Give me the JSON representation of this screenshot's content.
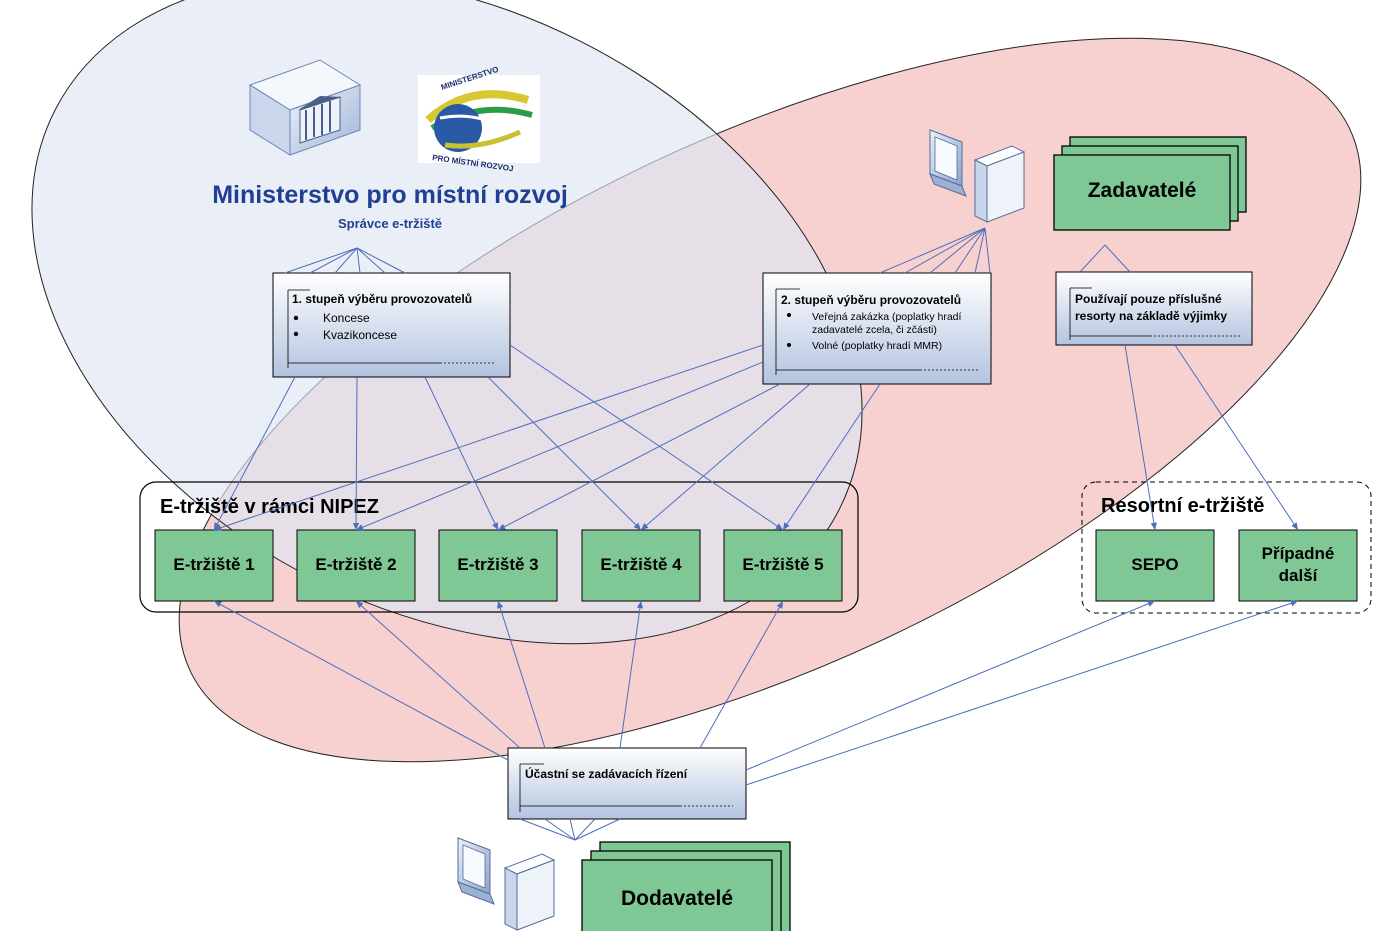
{
  "ministry": {
    "title": "Ministerstvo pro místní rozvoj",
    "subtitle": "Správce e-tržiště",
    "logo_text_top": "MINISTERSTVO",
    "logo_text_bottom": "PRO MÍSTNÍ ROZVOJ"
  },
  "stage1": {
    "title": "1. stupeň výběru provozovatelů",
    "items": [
      "Koncese",
      "Kvazikoncese"
    ]
  },
  "stage2": {
    "title": "2. stupeň výběru provozovatelů",
    "items": [
      "Veřejná zakázka (poplatky hradí",
      "zadavatelé zcela, či zčásti)",
      "Volné (poplatky hradí MMR)"
    ]
  },
  "resort_note": {
    "lines": [
      "Používají pouze příslušné",
      "resorty na základě výjimky"
    ]
  },
  "zadavatele": {
    "label": "Zadavatelé"
  },
  "nipez": {
    "label": "E-tržiště v rámci NIPEZ",
    "markets": [
      "E-tržiště 1",
      "E-tržiště 2",
      "E-tržiště 3",
      "E-tržiště 4",
      "E-tržiště 5"
    ]
  },
  "resortni": {
    "label": "Resortní e-tržiště",
    "sepo": "SEPO",
    "other_line1": "Případné",
    "other_line2": "další"
  },
  "ucastni": {
    "label": "Účastní se zadávacích řízení"
  },
  "dodavatele": {
    "label": "Dodavatelé"
  },
  "colors": {
    "blue_ellipse": "#e4ebf5",
    "pink_ellipse": "#f6c8c8",
    "green_box": "#7fc895",
    "note_gradient_top": "#ffffff",
    "note_gradient_bottom": "#b3c3e0",
    "arrow": "#4d6fbd",
    "title_blue": "#1f3f94"
  },
  "icons": [
    "government-building-icon",
    "ministry-logo-icon",
    "computer-icon"
  ]
}
